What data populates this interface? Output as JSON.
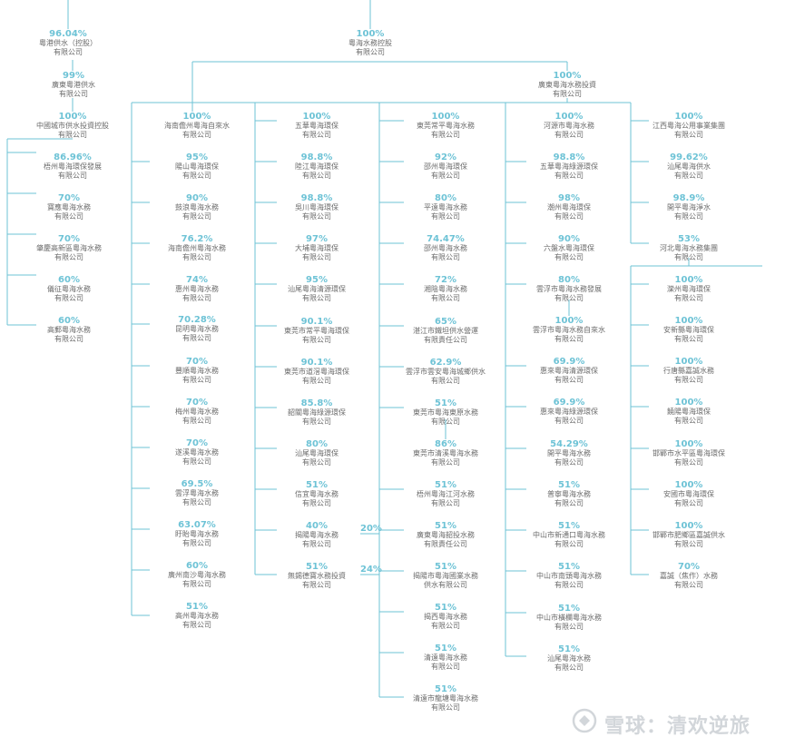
{
  "nodes": [
    {
      "id": "yg",
      "pct": "96.04%",
      "name": [
        "粵港供水（控股）",
        "有限公司"
      ]
    },
    {
      "id": "gdyg",
      "pct": "99%",
      "name": [
        "廣東粵港供水",
        "有限公司"
      ]
    },
    {
      "id": "root",
      "pct": "100%",
      "name": [
        "粵海水務控股",
        "有限公司"
      ]
    },
    {
      "id": "gdinv",
      "pct": "100%",
      "name": [
        "廣東粵海水務投資",
        "有限公司"
      ]
    },
    {
      "id": "a1",
      "pct": "100%",
      "name": [
        "中國城市供水投資控股",
        "有限公司"
      ]
    },
    {
      "id": "a2",
      "pct": "86.96%",
      "name": [
        "梧州粵海環保發展",
        "有限公司"
      ]
    },
    {
      "id": "a3",
      "pct": "70%",
      "name": [
        "寶應粵海水務",
        "有限公司"
      ]
    },
    {
      "id": "a4",
      "pct": "70%",
      "name": [
        "肇慶高新區粵海水務",
        "有限公司"
      ]
    },
    {
      "id": "a5",
      "pct": "60%",
      "name": [
        "儀征粵海水務",
        "有限公司"
      ]
    },
    {
      "id": "a6",
      "pct": "60%",
      "name": [
        "高郵粵海水務",
        "有限公司"
      ]
    },
    {
      "id": "b1",
      "pct": "100%",
      "name": [
        "海南儋州粵海自來水",
        "有限公司"
      ]
    },
    {
      "id": "b2",
      "pct": "95%",
      "name": [
        "陽山粵海環保",
        "有限公司"
      ]
    },
    {
      "id": "b3",
      "pct": "90%",
      "name": [
        "鼓浪粵海水務",
        "有限公司"
      ]
    },
    {
      "id": "b4",
      "pct": "76.2%",
      "name": [
        "海南儋州粵海水務",
        "有限公司"
      ]
    },
    {
      "id": "b5",
      "pct": "74%",
      "name": [
        "惠州粵海水務",
        "有限公司"
      ]
    },
    {
      "id": "b6",
      "pct": "70.28%",
      "name": [
        "昆明粵海水務",
        "有限公司"
      ]
    },
    {
      "id": "b7",
      "pct": "70%",
      "name": [
        "豐順粵海水務",
        "有限公司"
      ]
    },
    {
      "id": "b8",
      "pct": "70%",
      "name": [
        "梅州粵海水務",
        "有限公司"
      ]
    },
    {
      "id": "b9",
      "pct": "70%",
      "name": [
        "遂溪粵海水務",
        "有限公司"
      ]
    },
    {
      "id": "b10",
      "pct": "69.5%",
      "name": [
        "雲浮粵海水務",
        "有限公司"
      ]
    },
    {
      "id": "b11",
      "pct": "63.07%",
      "name": [
        "盱眙粵海水務",
        "有限公司"
      ]
    },
    {
      "id": "b12",
      "pct": "60%",
      "name": [
        "廣州南沙粵海水務",
        "有限公司"
      ]
    },
    {
      "id": "b13",
      "pct": "51%",
      "name": [
        "高州粵海水務",
        "有限公司"
      ]
    },
    {
      "id": "c1",
      "pct": "100%",
      "name": [
        "五華粵海環保",
        "有限公司"
      ]
    },
    {
      "id": "c2",
      "pct": "98.8%",
      "name": [
        "陸江粵海環保",
        "有限公司"
      ]
    },
    {
      "id": "c3",
      "pct": "98.8%",
      "name": [
        "吳川粵海環保",
        "有限公司"
      ]
    },
    {
      "id": "c4",
      "pct": "97%",
      "name": [
        "大埔粵海環保",
        "有限公司"
      ]
    },
    {
      "id": "c5",
      "pct": "95%",
      "name": [
        "汕尾粵海清源環保",
        "有限公司"
      ]
    },
    {
      "id": "c6",
      "pct": "90.1%",
      "name": [
        "東莞市常平粵海環保",
        "有限公司"
      ]
    },
    {
      "id": "c7",
      "pct": "90.1%",
      "name": [
        "東莞市道滘粵海環保",
        "有限公司"
      ]
    },
    {
      "id": "c8",
      "pct": "85.8%",
      "name": [
        "韶關粵海綠源環保",
        "有限公司"
      ]
    },
    {
      "id": "c9",
      "pct": "80%",
      "name": [
        "汕尾粵海環保",
        "有限公司"
      ]
    },
    {
      "id": "c10",
      "pct": "51%",
      "name": [
        "信宜粵海水務",
        "有限公司"
      ]
    },
    {
      "id": "c11",
      "pct": "40%",
      "name": [
        "揭陽粵海水務",
        "有限公司"
      ]
    },
    {
      "id": "c12",
      "pct": "51%",
      "name": [
        "無錫德寶水務投資",
        "有限公司"
      ]
    },
    {
      "id": "d1",
      "pct": "100%",
      "name": [
        "東莞常平粵海水務",
        "有限公司"
      ]
    },
    {
      "id": "d2",
      "pct": "92%",
      "name": [
        "邵州粵海環保",
        "有限公司"
      ]
    },
    {
      "id": "d3",
      "pct": "80%",
      "name": [
        "平遠粵海水務",
        "有限公司"
      ]
    },
    {
      "id": "d4",
      "pct": "74.47%",
      "name": [
        "邵州粵海水務",
        "有限公司"
      ]
    },
    {
      "id": "d5",
      "pct": "72%",
      "name": [
        "湘陰粵海水務",
        "有限公司"
      ]
    },
    {
      "id": "d6",
      "pct": "65%",
      "name": [
        "湛江市鐵坦供水營運",
        "有限責任公司"
      ]
    },
    {
      "id": "d7",
      "pct": "62.9%",
      "name": [
        "雲浮市雲安粵海城鄉供水",
        "有限公司"
      ]
    },
    {
      "id": "d8",
      "pct": "51%",
      "name": [
        "東莞市粵海東原水務",
        "有限公司"
      ]
    },
    {
      "id": "d9",
      "pct": "86%",
      "name": [
        "東莞市清溪粵海水務",
        "有限公司"
      ]
    },
    {
      "id": "d10",
      "pct": "51%",
      "name": [
        "梧州粵海江河水務",
        "有限公司"
      ]
    },
    {
      "id": "d11",
      "pct": "51%",
      "name": [
        "廣東粵海韶投水務",
        "有限責任公司"
      ]
    },
    {
      "id": "d12",
      "pct": "51%",
      "name": [
        "揭陽市粵海國業水務",
        "供水有限公司"
      ]
    },
    {
      "id": "d13",
      "pct": "51%",
      "name": [
        "揭西粵海水務",
        "有限公司"
      ]
    },
    {
      "id": "d14",
      "pct": "51%",
      "name": [
        "清遠粵海水務",
        "有限公司"
      ]
    },
    {
      "id": "d15",
      "pct": "51%",
      "name": [
        "清遠市龍塘粵海水務",
        "有限公司"
      ]
    },
    {
      "id": "e1",
      "pct": "100%",
      "name": [
        "河源市粵海水務",
        "有限公司"
      ]
    },
    {
      "id": "e2",
      "pct": "98.8%",
      "name": [
        "五華粵海綠源環保",
        "有限公司"
      ]
    },
    {
      "id": "e3",
      "pct": "98%",
      "name": [
        "潮州粵海環保",
        "有限公司"
      ]
    },
    {
      "id": "e4",
      "pct": "90%",
      "name": [
        "六盤水粵海環保",
        "有限公司"
      ]
    },
    {
      "id": "e5",
      "pct": "80%",
      "name": [
        "雲浮市粵海水務發展",
        "有限公司"
      ]
    },
    {
      "id": "e6",
      "pct": "100%",
      "name": [
        "雲浮市粵海水務自來水",
        "有限公司"
      ]
    },
    {
      "id": "e7",
      "pct": "69.9%",
      "name": [
        "惠來粵海清源環保",
        "有限公司"
      ]
    },
    {
      "id": "e8",
      "pct": "69.9%",
      "name": [
        "惠來粵海綠源環保",
        "有限公司"
      ]
    },
    {
      "id": "e9",
      "pct": "54.29%",
      "name": [
        "開平粵海水務",
        "有限公司"
      ]
    },
    {
      "id": "e10",
      "pct": "51%",
      "name": [
        "普寧粵海水務",
        "有限公司"
      ]
    },
    {
      "id": "e11",
      "pct": "51%",
      "name": [
        "中山市新通口粵海水務",
        "有限公司"
      ]
    },
    {
      "id": "e12",
      "pct": "51%",
      "name": [
        "中山市南頭粵海水務",
        "有限公司"
      ]
    },
    {
      "id": "e13",
      "pct": "51%",
      "name": [
        "中山市橫欄粵海水務",
        "有限公司"
      ]
    },
    {
      "id": "e14",
      "pct": "51%",
      "name": [
        "汕尾粵海水務",
        "有限公司"
      ]
    },
    {
      "id": "f1",
      "pct": "100%",
      "name": [
        "江西粵海公用事業集團",
        "有限公司"
      ]
    },
    {
      "id": "f2",
      "pct": "99.62%",
      "name": [
        "汕尾粵海供水",
        "有限公司"
      ]
    },
    {
      "id": "f3",
      "pct": "98.9%",
      "name": [
        "開平粵海淨水",
        "有限公司"
      ]
    },
    {
      "id": "f4",
      "pct": "53%",
      "name": [
        "河北粵海水務集團",
        "有限公司"
      ]
    },
    {
      "id": "f5",
      "pct": "100%",
      "name": [
        "灤州粵海環保",
        "有限公司"
      ]
    },
    {
      "id": "f6",
      "pct": "100%",
      "name": [
        "安新縣粵海環保",
        "有限公司"
      ]
    },
    {
      "id": "f7",
      "pct": "100%",
      "name": [
        "行唐縣嘉誠水務",
        "有限公司"
      ]
    },
    {
      "id": "f8",
      "pct": "100%",
      "name": [
        "饒陽粵海環保",
        "有限公司"
      ]
    },
    {
      "id": "f9",
      "pct": "100%",
      "name": [
        "邯鄲市水平區粵海環保",
        "有限公司"
      ]
    },
    {
      "id": "f10",
      "pct": "100%",
      "name": [
        "安國市粵海環保",
        "有限公司"
      ]
    },
    {
      "id": "f11",
      "pct": "100%",
      "name": [
        "邯鄲市肥鄉區嘉誠供水",
        "有限公司"
      ]
    },
    {
      "id": "f12",
      "pct": "70%",
      "name": [
        "嘉誠（焦作）水務",
        "有限公司"
      ]
    }
  ],
  "edge_labels": [
    {
      "id": "e20",
      "text": "20%"
    },
    {
      "id": "e24",
      "text": "24%"
    }
  ],
  "watermark": {
    "text": "雪球：清欢逆旅"
  },
  "colors": {
    "line": "#6ec3d6",
    "pct": "#6ec3d6",
    "name": "#6b6b6b"
  }
}
